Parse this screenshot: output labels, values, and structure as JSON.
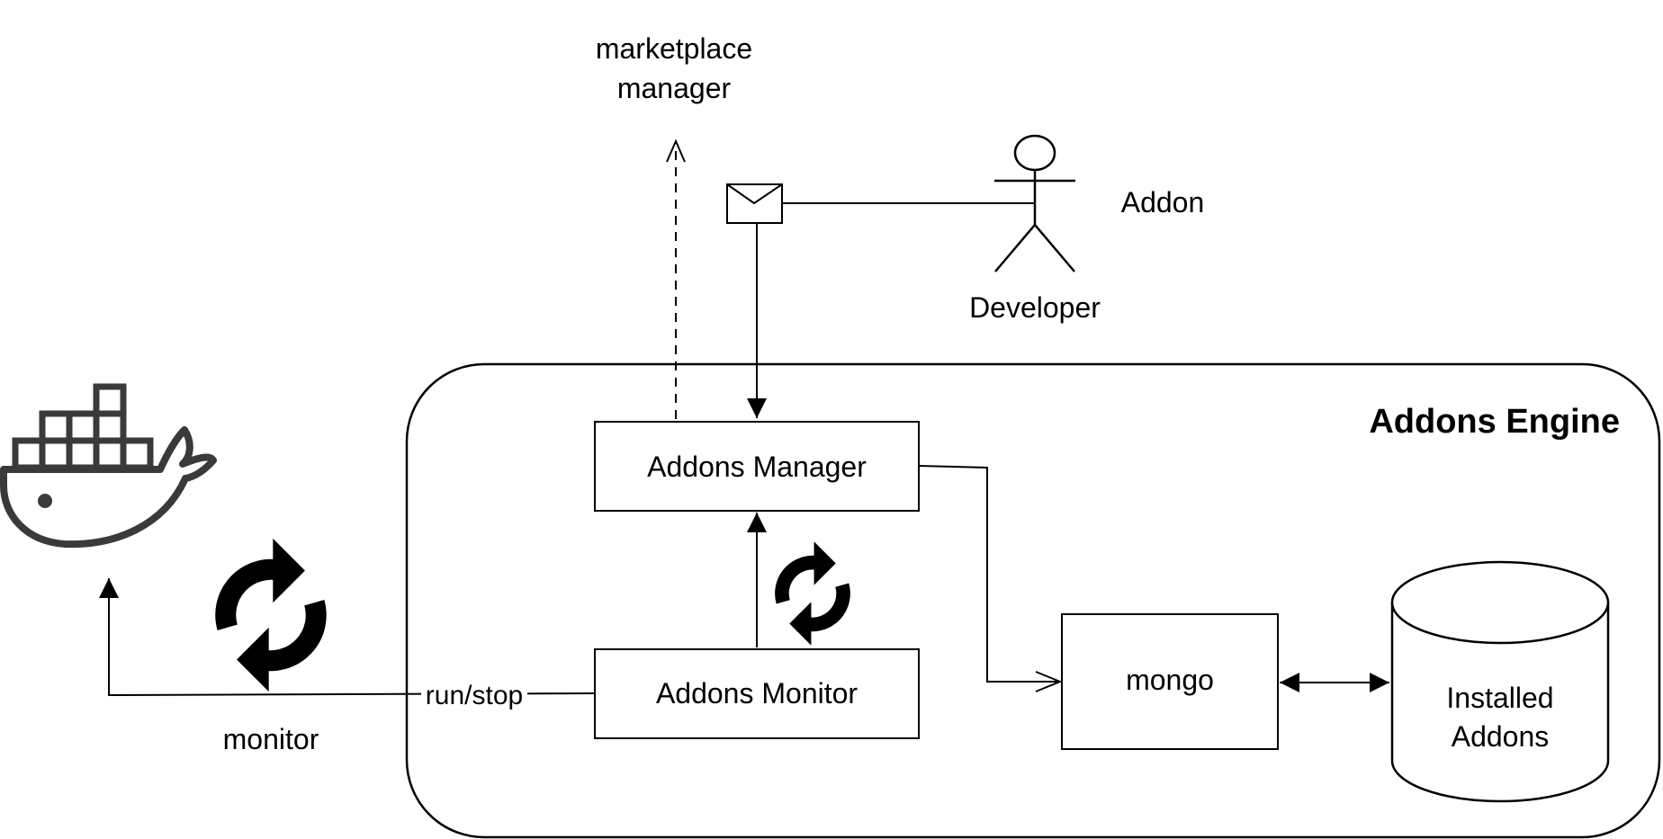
{
  "engine": {
    "title": "Addons Engine"
  },
  "nodes": {
    "manager": "Addons Manager",
    "monitor": "Addons Monitor",
    "mongo": "mongo",
    "installed_line1": "Installed",
    "installed_line2": "Addons"
  },
  "actor": {
    "name": "Developer"
  },
  "labels": {
    "marketplace_line1": "marketplace",
    "marketplace_line2": "manager",
    "addon": "Addon",
    "run_stop": "run/stop",
    "monitor": "monitor"
  },
  "icons": [
    "docker-whale-icon",
    "sync-icon",
    "envelope-icon"
  ],
  "colors": {
    "line": "#000000",
    "docker": "#3a3a3a"
  }
}
